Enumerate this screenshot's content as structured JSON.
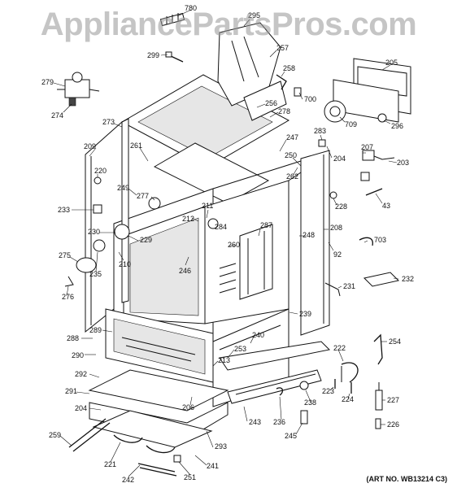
{
  "watermark": "AppliancePartsPros.com",
  "art_no": "(ART NO. WB13214 C3)",
  "labels": [
    {
      "id": "780",
      "text": "780"
    },
    {
      "id": "295",
      "text": "295"
    },
    {
      "id": "299",
      "text": "299"
    },
    {
      "id": "257",
      "text": "257"
    },
    {
      "id": "205",
      "text": "205"
    },
    {
      "id": "258",
      "text": "258"
    },
    {
      "id": "279",
      "text": "279"
    },
    {
      "id": "700",
      "text": "700"
    },
    {
      "id": "274",
      "text": "274"
    },
    {
      "id": "256",
      "text": "256"
    },
    {
      "id": "278",
      "text": "278"
    },
    {
      "id": "709",
      "text": "709"
    },
    {
      "id": "296",
      "text": "296"
    },
    {
      "id": "273",
      "text": "273"
    },
    {
      "id": "247",
      "text": "247"
    },
    {
      "id": "283",
      "text": "283"
    },
    {
      "id": "261",
      "text": "261"
    },
    {
      "id": "250",
      "text": "250"
    },
    {
      "id": "204a",
      "text": "204"
    },
    {
      "id": "207",
      "text": "207"
    },
    {
      "id": "209",
      "text": "209"
    },
    {
      "id": "203",
      "text": "203"
    },
    {
      "id": "262",
      "text": "262"
    },
    {
      "id": "220",
      "text": "220"
    },
    {
      "id": "249",
      "text": "249"
    },
    {
      "id": "277",
      "text": "277"
    },
    {
      "id": "228",
      "text": "228"
    },
    {
      "id": "211",
      "text": "211"
    },
    {
      "id": "43",
      "text": "43"
    },
    {
      "id": "233",
      "text": "233"
    },
    {
      "id": "212",
      "text": "212"
    },
    {
      "id": "284",
      "text": "284"
    },
    {
      "id": "287",
      "text": "287"
    },
    {
      "id": "208",
      "text": "208"
    },
    {
      "id": "230",
      "text": "230"
    },
    {
      "id": "229",
      "text": "229"
    },
    {
      "id": "248",
      "text": "248"
    },
    {
      "id": "703",
      "text": "703"
    },
    {
      "id": "260",
      "text": "260"
    },
    {
      "id": "275",
      "text": "275"
    },
    {
      "id": "92",
      "text": "92"
    },
    {
      "id": "210",
      "text": "210"
    },
    {
      "id": "246",
      "text": "246"
    },
    {
      "id": "235",
      "text": "235"
    },
    {
      "id": "232",
      "text": "232"
    },
    {
      "id": "231",
      "text": "231"
    },
    {
      "id": "276",
      "text": "276"
    },
    {
      "id": "239",
      "text": "239"
    },
    {
      "id": "289",
      "text": "289"
    },
    {
      "id": "288",
      "text": "288"
    },
    {
      "id": "240",
      "text": "240"
    },
    {
      "id": "254",
      "text": "254"
    },
    {
      "id": "290",
      "text": "290"
    },
    {
      "id": "253",
      "text": "253"
    },
    {
      "id": "222",
      "text": "222"
    },
    {
      "id": "213",
      "text": "213"
    },
    {
      "id": "292",
      "text": "292"
    },
    {
      "id": "223",
      "text": "223"
    },
    {
      "id": "224",
      "text": "224"
    },
    {
      "id": "291",
      "text": "291"
    },
    {
      "id": "238",
      "text": "238"
    },
    {
      "id": "227",
      "text": "227"
    },
    {
      "id": "206",
      "text": "206"
    },
    {
      "id": "204b",
      "text": "204"
    },
    {
      "id": "243",
      "text": "243"
    },
    {
      "id": "236",
      "text": "236"
    },
    {
      "id": "245",
      "text": "245"
    },
    {
      "id": "226",
      "text": "226"
    },
    {
      "id": "259",
      "text": "259"
    },
    {
      "id": "293",
      "text": "293"
    },
    {
      "id": "221",
      "text": "221"
    },
    {
      "id": "241",
      "text": "241"
    },
    {
      "id": "242",
      "text": "242"
    },
    {
      "id": "251",
      "text": "251"
    }
  ]
}
